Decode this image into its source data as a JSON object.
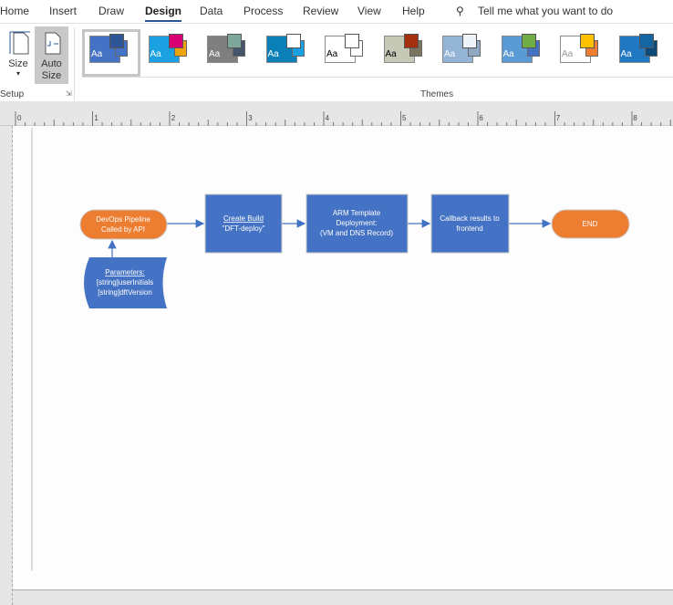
{
  "ribbon_tabs": [
    "Home",
    "Insert",
    "Draw",
    "Design",
    "Data",
    "Process",
    "Review",
    "View",
    "Help"
  ],
  "active_tab": "Design",
  "tell_me": "Tell me what you want to do",
  "setup": {
    "size_label": "Size",
    "auto_size_label": "Auto Size",
    "group_label": "Setup"
  },
  "themes": {
    "group_label": "Themes",
    "items": [
      {
        "main": "#4472c4",
        "accent1": "#2f5597",
        "accent2": "#4472c4",
        "text": "#ffffff"
      },
      {
        "main": "#1ba1e2",
        "accent1": "#d80073",
        "accent2": "#f0a30a",
        "text": "#ffffff"
      },
      {
        "main": "#7f7f7f",
        "accent1": "#7fa69a",
        "accent2": "#44546a",
        "text": "#ffffff"
      },
      {
        "main": "#0a7fb8",
        "accent1": "#ffffff",
        "accent2": "#1ba1e2",
        "text": "#ffffff"
      },
      {
        "main": "#ffffff",
        "accent1": "#ffffff",
        "accent2": "#ffffff",
        "text": "#000000"
      },
      {
        "main": "#c5c9b6",
        "accent1": "#a5300f",
        "accent2": "#7a7560",
        "text": "#000000"
      },
      {
        "main": "#94b4d6",
        "accent1": "#eef3f8",
        "accent2": "#8ea9c1",
        "text": "#ffffff"
      },
      {
        "main": "#5b9bd5",
        "accent1": "#70ad47",
        "accent2": "#4472c4",
        "text": "#ffffff"
      },
      {
        "main": "#ffffff",
        "accent1": "#ffc000",
        "accent2": "#ed7d31",
        "text": "#999999"
      },
      {
        "main": "#1f78c1",
        "accent1": "#1565a3",
        "accent2": "#0e4a78",
        "text": "#ffffff"
      },
      {
        "main": "#2e6b6b",
        "accent1": "#2e6b6b",
        "accent2": "#2e6b6b",
        "text": "#ffffff"
      }
    ]
  },
  "ruler_labels": [
    "0",
    "1",
    "2",
    "3",
    "4",
    "5",
    "6",
    "7",
    "8"
  ],
  "colors": {
    "process": "#4472c4",
    "terminator": "#ed7d31",
    "connector": "#4472c4"
  },
  "diagram": {
    "start": {
      "line1": "DevOps Pipeline",
      "line2": "Called by API"
    },
    "params": {
      "title": "Parameters:",
      "line1": "[string]userInitials",
      "line2": "[string]dftVersion"
    },
    "build": {
      "title": "Create Build",
      "line1": "\"DFT-deploy\""
    },
    "arm": {
      "line1": "ARM Template",
      "line2": "Deployment:",
      "line3": "(VM and DNS Record)"
    },
    "callback": {
      "line1": "Callback results to",
      "line2": "frontend"
    },
    "end": {
      "label": "END"
    }
  }
}
